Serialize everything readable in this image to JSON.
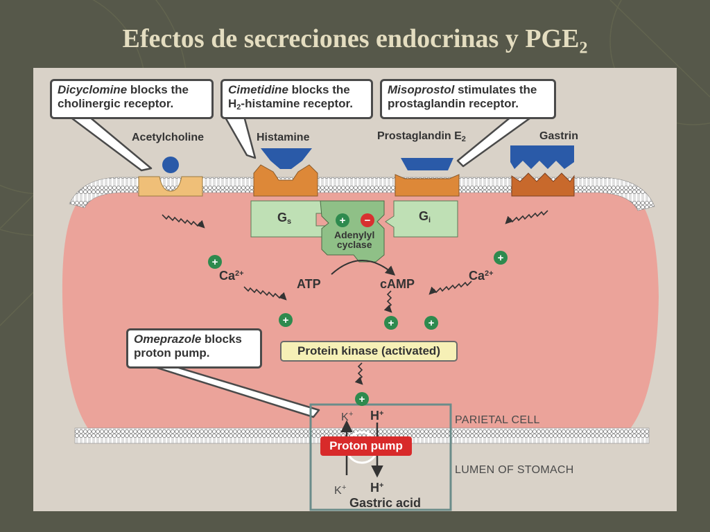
{
  "slide": {
    "title_main": "Efectos de secreciones endocrinas y PGE",
    "title_sub": "2"
  },
  "callouts": {
    "dicyclomine": {
      "drug": "Dicyclomine",
      "line1_rest": " blocks the",
      "line2": "cholinergic receptor."
    },
    "cimetidine": {
      "drug": "Cimetidine",
      "line1_rest": " blocks the",
      "line2_pre": "H",
      "line2_sub": "2",
      "line2_rest": "-histamine receptor."
    },
    "misoprostol": {
      "drug": "Misoprostol",
      "line1_rest": " stimulates the",
      "line2": "prostaglandin receptor."
    },
    "omeprazole": {
      "drug": "Omeprazole",
      "line1_rest": " blocks",
      "line2": "proton pump."
    }
  },
  "ligands": {
    "acetylcholine": "Acetylcholine",
    "histamine": "Histamine",
    "prostaglandin": "Prostaglandin E",
    "prostaglandin_sub": "2",
    "gastrin": "Gastrin"
  },
  "proteins": {
    "gs": "G",
    "gs_sub": "s",
    "gi": "G",
    "gi_sub": "i",
    "adenylyl_line1": "Adenylyl",
    "adenylyl_line2": "cyclase"
  },
  "signals": {
    "ca_left": "Ca",
    "ca_right": "Ca",
    "ca_charge": "2+",
    "atp": "ATP",
    "camp": "cAMP",
    "plus": "+",
    "minus": "−"
  },
  "protein_kinase": "Protein kinase (activated)",
  "proton_pump": "Proton pump",
  "ions": {
    "k_top": "K",
    "k_bottom": "K",
    "k_charge": "+",
    "h_top": "H",
    "h_bottom": "H",
    "h_charge": "+"
  },
  "gastric_acid": "Gastric acid",
  "parietal_cell": "PARIETAL CELL",
  "lumen": "LUMEN OF STOMACH",
  "colors": {
    "background": "#56584a",
    "title": "#e4ddc0",
    "panel": "#d9d2c8",
    "cell": "#eba39a",
    "receptor_acetylcholine": "#efbf78",
    "receptor_orange": "#dd8838",
    "receptor_gastrin": "#c8692c",
    "ligand_blue": "#2a5aa8",
    "g_protein": "#bfe0b5",
    "adenylyl_cyclase": "#8fc087",
    "plus_circle": "#2e8a4e",
    "minus_circle": "#d83030",
    "protein_kinase": "#f6f0b6",
    "proton_pump": "#d82a2a",
    "highlight_box": "#6a8c8a"
  }
}
